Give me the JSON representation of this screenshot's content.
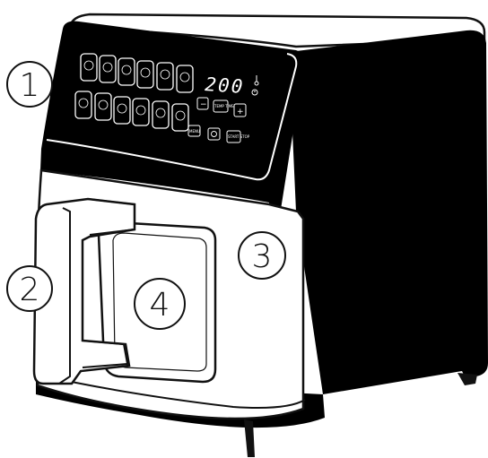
{
  "figure": {
    "callouts": [
      {
        "number": "1",
        "part": "control-panel"
      },
      {
        "number": "2",
        "part": "handle"
      },
      {
        "number": "3",
        "part": "basket-drawer"
      },
      {
        "number": "4",
        "part": "basket-window"
      }
    ],
    "display": {
      "temperature": "200",
      "icons": [
        "thermometer-icon",
        "clock-icon"
      ]
    },
    "buttons": {
      "minus": "−",
      "plus": "+",
      "temp_time": "TEMP TIME",
      "menu": "MENU",
      "start_stop": "START STOP"
    },
    "preset_labels": [
      "",
      "",
      "",
      "",
      "",
      "",
      "",
      "",
      "",
      "",
      "",
      ""
    ],
    "colors": {
      "body": "#000000",
      "outline": "#111111",
      "drawer": "#ffffff",
      "panel_highlight": "#ffffff"
    }
  }
}
